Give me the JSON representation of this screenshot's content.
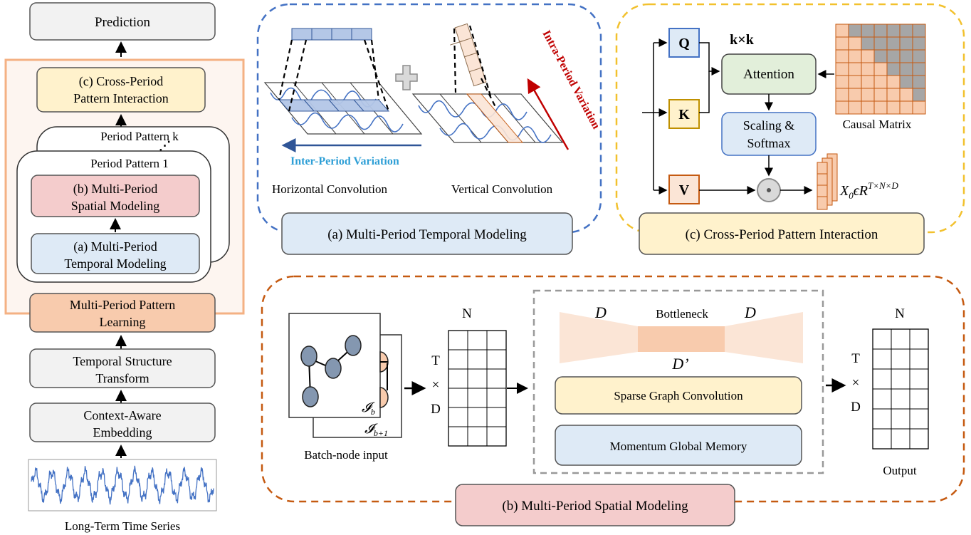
{
  "left": {
    "prediction": "Prediction",
    "cross_period_line1": "(c) Cross-Period",
    "cross_period_line2": "Pattern Interaction",
    "period_pattern_k": "Period Pattern k",
    "period_pattern_1": "Period Pattern 1",
    "spatial_line1": "(b) Multi-Period",
    "spatial_line2": "Spatial Modeling",
    "temporal_line1": "(a) Multi-Period",
    "temporal_line2": "Temporal Modeling",
    "mppl_line1": "Multi-Period Pattern",
    "mppl_line2": "Learning",
    "tst_line1": "Temporal Structure",
    "tst_line2": "Transform",
    "cae_line1": "Context-Aware",
    "cae_line2": "Embedding",
    "input_label": "Long-Term Time Series"
  },
  "temporal_panel": {
    "title": "(a) Multi-Period Temporal Modeling",
    "inter_period": "Inter-Period Variation",
    "intra_period": "Intra-Period Variation",
    "horizontal": "Horizontal Convolution",
    "vertical": "Vertical Convolution"
  },
  "cross_panel": {
    "title": "(c) Cross-Period Pattern Interaction",
    "q": "Q",
    "k": "K",
    "v": "V",
    "kxk": "k×k",
    "attention": "Attention",
    "scaling_line1": "Scaling &",
    "scaling_line2": "Softmax",
    "causal_matrix": "Causal Matrix",
    "output_x": "X",
    "output_sub": "0",
    "output_in": "ϵR",
    "output_sup": "T×N×D"
  },
  "spatial_panel": {
    "title": "(b) Multi-Period Spatial Modeling",
    "batch_input": "Batch-node input",
    "ib": "𝓘",
    "ib_sub": "b",
    "ib1_sub": "b+1",
    "n_left": "N",
    "t_left": "T",
    "x_left": "×",
    "d_left": "D",
    "bottleneck": "Bottleneck",
    "d1": "D",
    "d2": "D",
    "dprime": "D’",
    "sparse_gc": "Sparse Graph Convolution",
    "momentum": "Momentum Global Memory",
    "n_right": "N",
    "t_right": "T",
    "x_right": "×",
    "d_right": "D",
    "output": "Output"
  },
  "colors": {
    "blue_dash": "#4472c4",
    "yellow_dash": "#f2c12e",
    "orange_dash": "#c55a11",
    "orange_frame": "#f4b183",
    "inter_text": "#2e9fd6",
    "intra_text": "#c00000"
  }
}
